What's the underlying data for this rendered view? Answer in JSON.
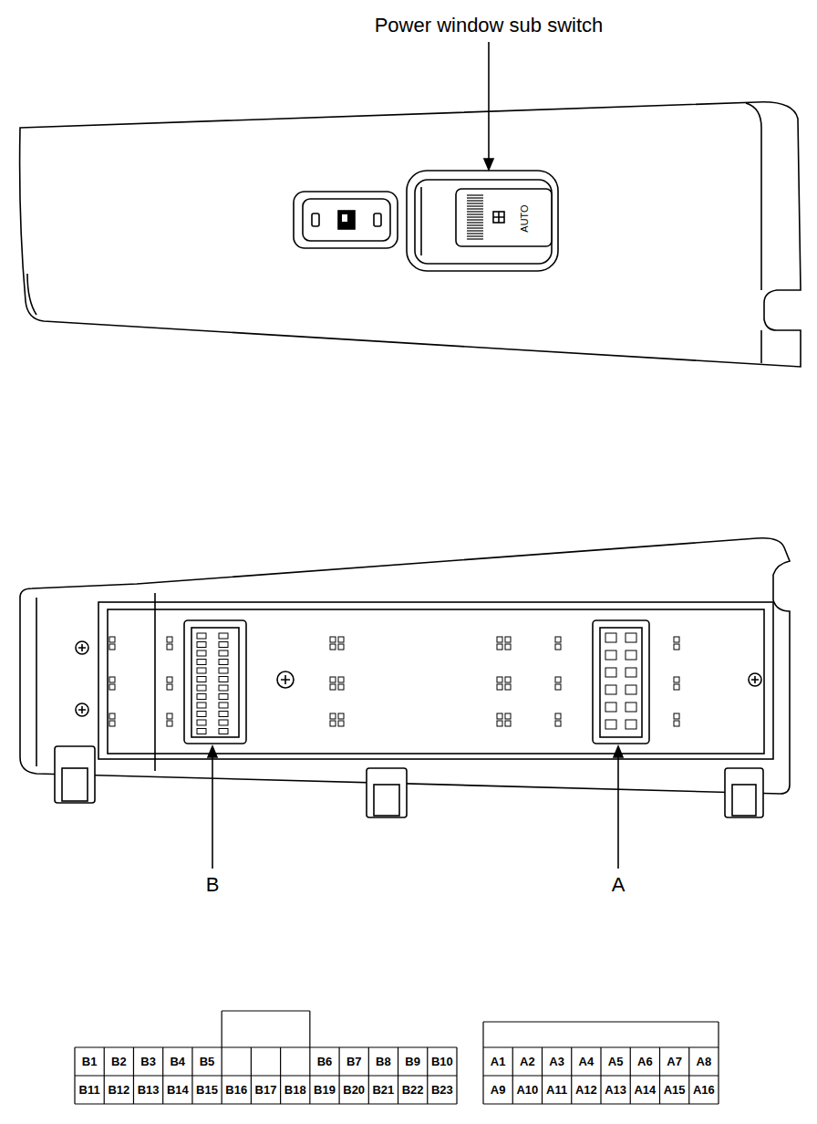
{
  "diagram": {
    "labels": [
      "Power window sub switch",
      "AUTO",
      "B",
      "A",
      "B1",
      "B2",
      "B3",
      "B4",
      "B5",
      "B6",
      "B7",
      "B8",
      "B9",
      "B10",
      "B11",
      "B12",
      "B13",
      "B14",
      "B15",
      "B16",
      "B17",
      "B18",
      "B19",
      "B20",
      "B21",
      "B22",
      "B23",
      "A1",
      "A2",
      "A3",
      "A4",
      "A5",
      "A6",
      "A7",
      "A8",
      "A9",
      "A10",
      "A11",
      "A12",
      "A13",
      "A14",
      "A15",
      "A16"
    ]
  }
}
